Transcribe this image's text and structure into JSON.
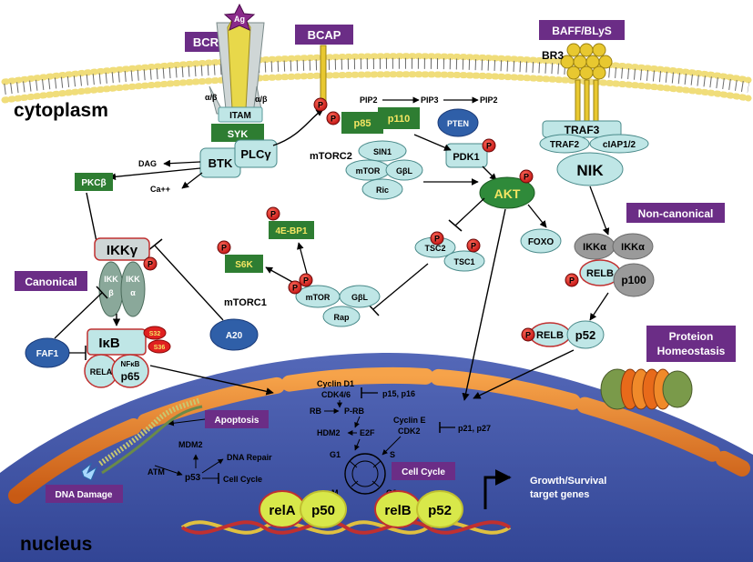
{
  "regions": {
    "cytoplasm": "cytoplasm",
    "nucleus": "nucleus"
  },
  "receptors": {
    "bcr": "BCR",
    "ag": "Ag",
    "alpha_beta_left": "α/β",
    "alpha_beta_right": "α/β",
    "itam": "ITAM",
    "bcap": "BCAP",
    "baff": "BAFF/BLyS",
    "br3": "BR3"
  },
  "kinases": {
    "syk": "SYK",
    "btk": "BTK",
    "plcg": "PLCγ",
    "dag": "DAG",
    "ca": "Ca++",
    "pkcb": "PKCβ",
    "pip2_a": "PIP2",
    "pip3": "PIP3",
    "pip2_b": "PIP2",
    "p85": "p85",
    "p110": "p110",
    "pten": "PTEN",
    "pdk1": "PDK1",
    "akt": "AKT",
    "foxo": "FOXO",
    "mtorc2": "mTORC2",
    "sin1": "SIN1",
    "mtor2": "mTOR",
    "gbl2": "GβL",
    "ric": "Ric",
    "tsc2": "TSC2",
    "tsc1": "TSC1",
    "ebp1": "4E-BP1",
    "s6k": "S6K",
    "mtor1": "mTOR",
    "gbl1": "GβL",
    "rap": "Rap",
    "mtorc1": "mTORC1",
    "a20": "A20",
    "p": "P"
  },
  "nfkb": {
    "canonical": "Canonical",
    "non_canonical": "Non-canonical",
    "ikkg": "IKKγ",
    "ikkb_top": "IKK",
    "ikkb_bottom": "β",
    "ikka_top": "IKK",
    "ikka_bottom": "α",
    "faf1": "FAF1",
    "ikb": "IκB",
    "s32": "S32",
    "s36": "S36",
    "rela": "RELA",
    "nfkb_top": "NFκB",
    "p65": "p65",
    "traf3": "TRAF3",
    "traf2": "TRAF2",
    "ciap": "cIAP1/2",
    "nik": "NIK",
    "ikka1": "IKKα",
    "ikka2": "IKKα",
    "relb1": "RELB",
    "p100": "p100",
    "relb2": "RELB",
    "p52": "p52",
    "proteostasis_1": "Proteion",
    "proteostasis_2": "Homeostasis"
  },
  "nucleus_labels": {
    "cyclin_d1": "Cyclin D1",
    "cdk46": "CDK4/6",
    "p15p16": "p15, p16",
    "rb": "RB",
    "prb": "P-RB",
    "hdm2": "HDM2",
    "e2f": "E2F",
    "cyclin_e": "Cyclin E",
    "cdk2": "CDK2",
    "p21p27": "p21, p27",
    "apoptosis": "Apoptosis",
    "mdm2": "MDM2",
    "atm": "ATM",
    "p53": "p53",
    "dna_repair": "DNA Repair",
    "cell_cycle_arrow": "Cell Cycle",
    "cell_cycle_box": "Cell Cycle",
    "g1": "G1",
    "s": "S",
    "m": "M",
    "g2": "G2",
    "dna_damage": "DNA Damage",
    "growth_1": "Growth/Survival",
    "growth_2": "target genes",
    "rela_n": "relA",
    "p50": "p50",
    "relb_n": "relB",
    "p52_n": "p52"
  },
  "colors": {
    "purple_box": "#6b2d86",
    "green_box": "#2e7d32",
    "teal_oval": "#bfe6e6",
    "blue_oval": "#2f5fa8",
    "nucleus": "#3f53a8",
    "membrane": "#f2e08a",
    "phospho": "#e02020",
    "akt_green": "#2f8a3a"
  }
}
